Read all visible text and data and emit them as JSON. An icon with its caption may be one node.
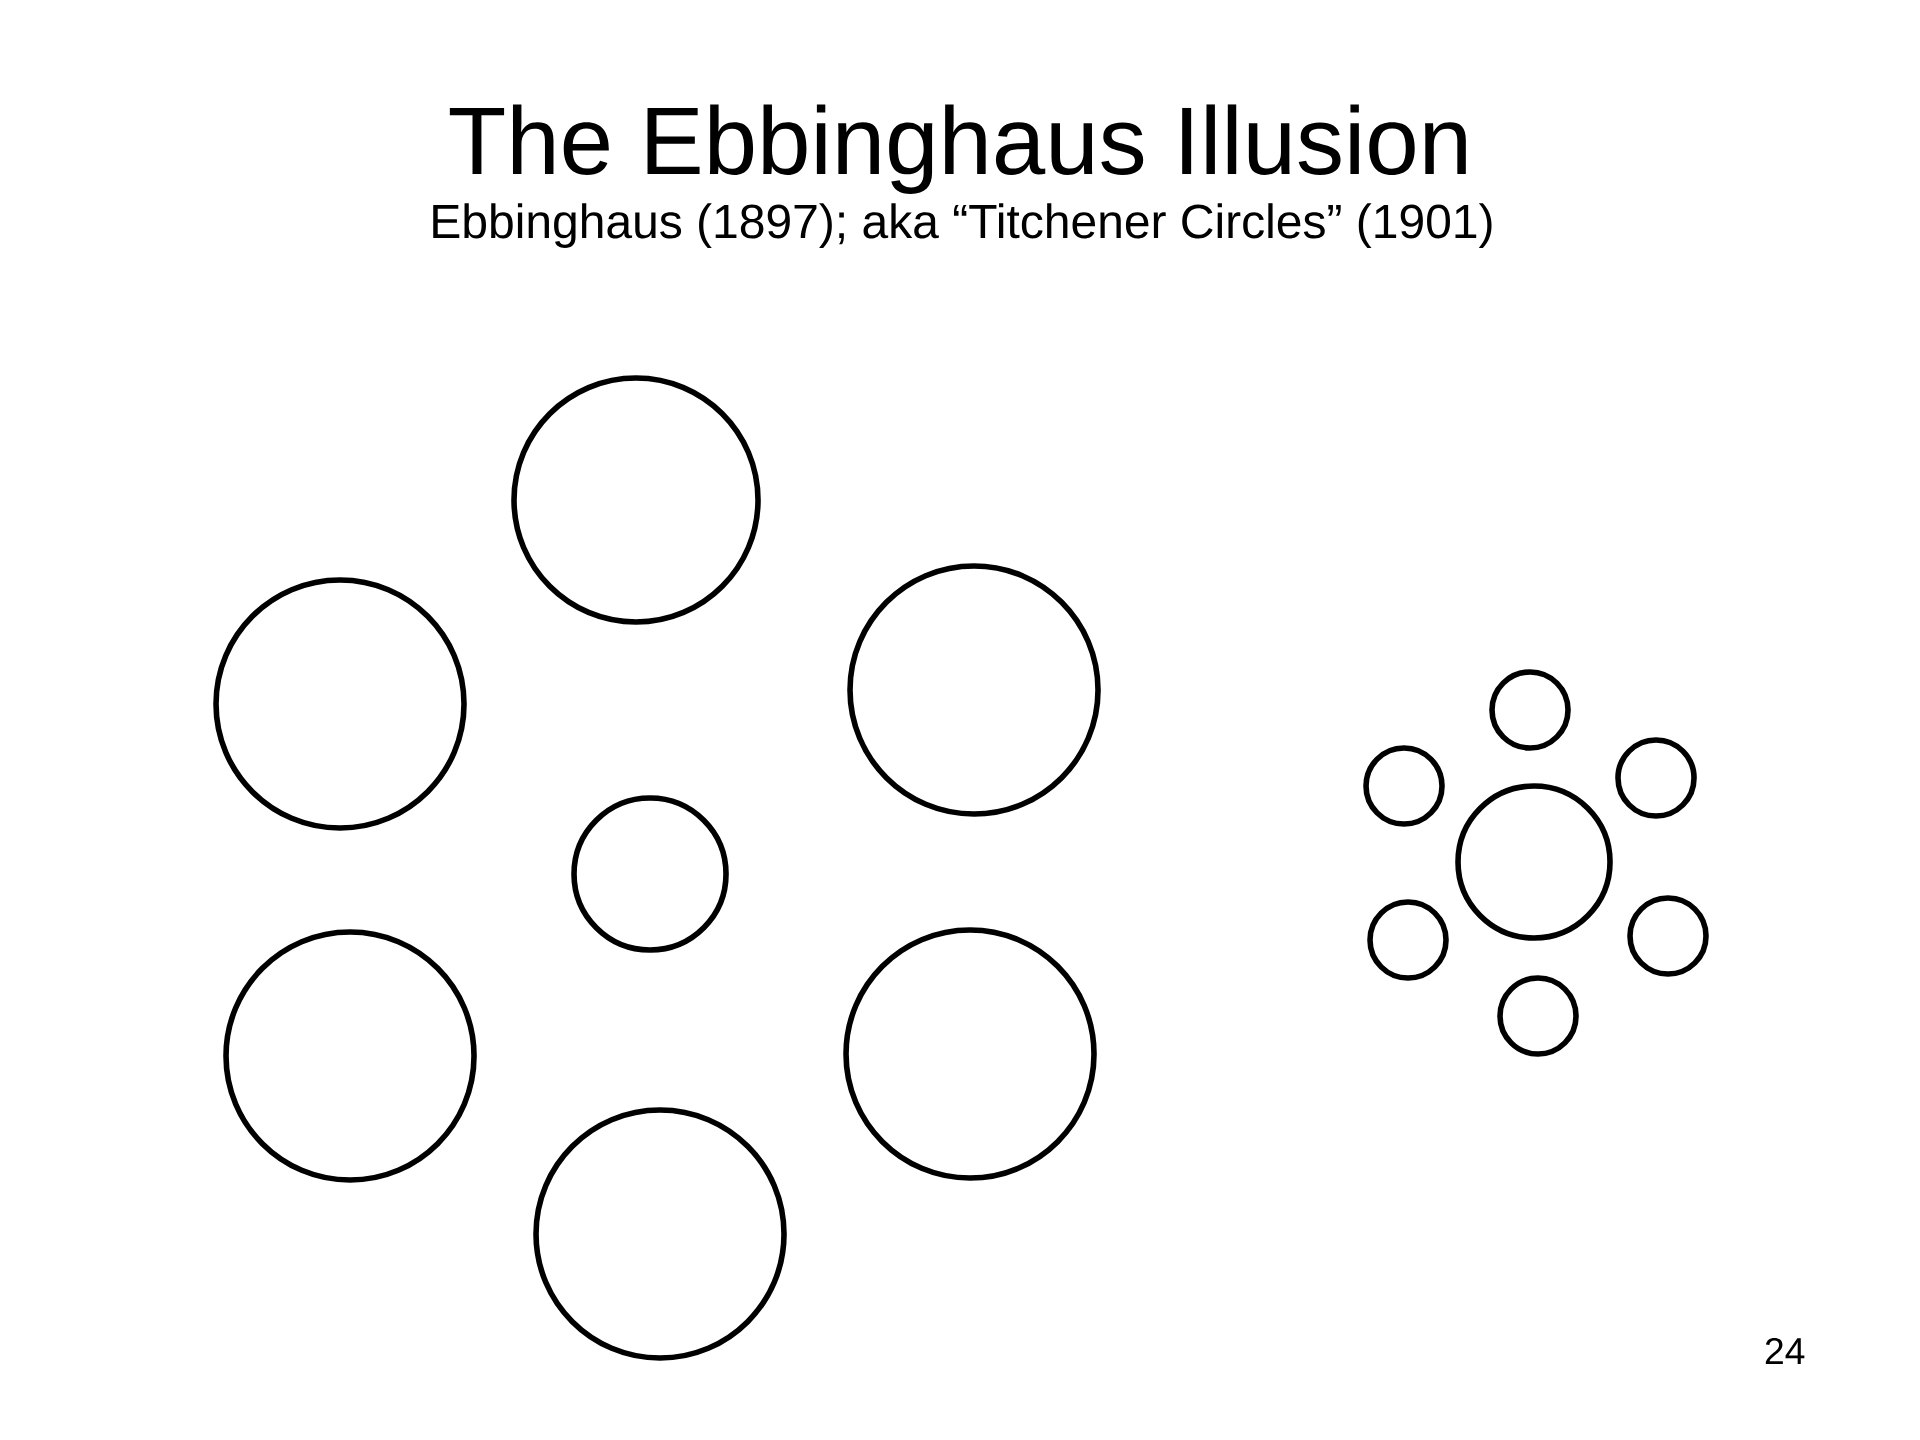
{
  "diagram": {
    "title": "The Ebbinghaus Illusion",
    "nodes": [
      {
        "text": [],
        "shape": "circle"
      },
      {
        "text": [],
        "shape": "circle"
      },
      {
        "text": [],
        "shape": "circle"
      },
      {
        "text": [],
        "shape": "circle"
      },
      {
        "text": [],
        "shape": "circle"
      },
      {
        "text": [],
        "shape": "circle"
      },
      {
        "text": [],
        "shape": "circle"
      },
      {
        "text": [],
        "shape": "circle"
      },
      {
        "text": [],
        "shape": "circle"
      },
      {
        "text": [],
        "shape": "circle"
      },
      {
        "text": [],
        "shape": "circle"
      },
      {
        "text": [],
        "shape": "circle"
      },
      {
        "text": [],
        "shape": "circle"
      },
      {
        "text": [],
        "shape": "circle"
      }
    ],
    "labels": [
      "Ebbinghaus (1897); aka “Titchener Circles” (1901)",
      "24"
    ]
  }
}
